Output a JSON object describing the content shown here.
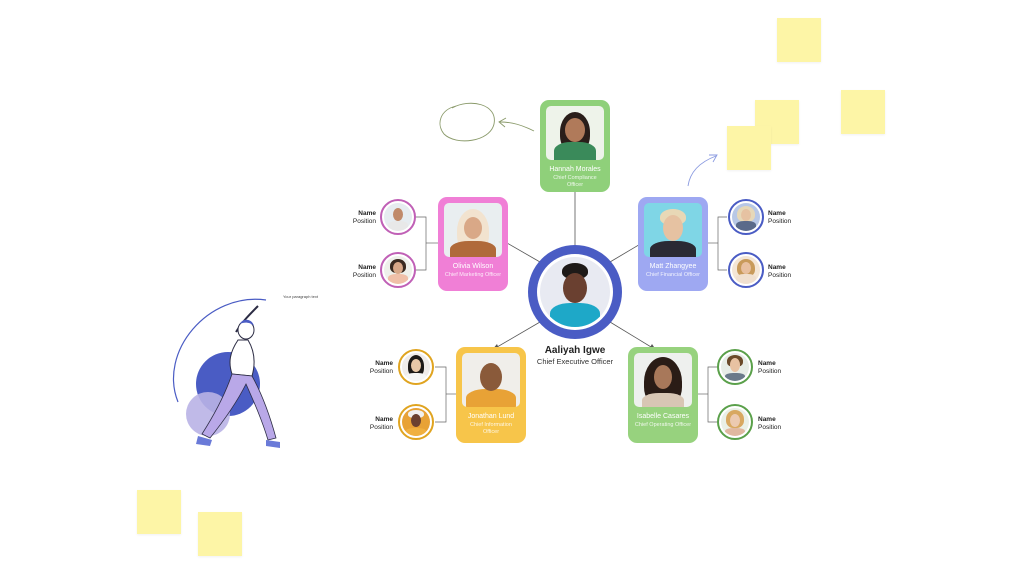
{
  "ceo": {
    "name": "Aaliyah Igwe",
    "title": "Chief Executive Officer"
  },
  "executives": {
    "compliance": {
      "name": "Hannah Morales",
      "title": "Chief Compliance Officer",
      "color": "#8fd07a"
    },
    "marketing": {
      "name": "Olivia Wilson",
      "title": "Chief Marketing Officer",
      "color": "#f07fd6"
    },
    "financial": {
      "name": "Matt Zhangyee",
      "title": "Chief Financial Officer",
      "color": "#9ea8f2"
    },
    "information": {
      "name": "Jonathan Lund",
      "title": "Chief Information Officer",
      "color": "#f7c54a"
    },
    "operating": {
      "name": "Isabelle Casares",
      "title": "Chief Operating Officer",
      "color": "#97d27e"
    }
  },
  "reports": {
    "marketing_1": {
      "name": "Name",
      "position": "Position"
    },
    "marketing_2": {
      "name": "Name",
      "position": "Position"
    },
    "financial_1": {
      "name": "Name",
      "position": "Position"
    },
    "financial_2": {
      "name": "Name",
      "position": "Position"
    },
    "information_1": {
      "name": "Name",
      "position": "Position"
    },
    "information_2": {
      "name": "Name",
      "position": "Position"
    },
    "operating_1": {
      "name": "Name",
      "position": "Position"
    },
    "operating_2": {
      "name": "Name",
      "position": "Position"
    }
  },
  "paragraph_text": "Your paragraph text",
  "colors": {
    "ceo_ring": "#4a5cc4",
    "sticky_note": "#fdf5a6",
    "illustration": "#4a5cc4"
  }
}
